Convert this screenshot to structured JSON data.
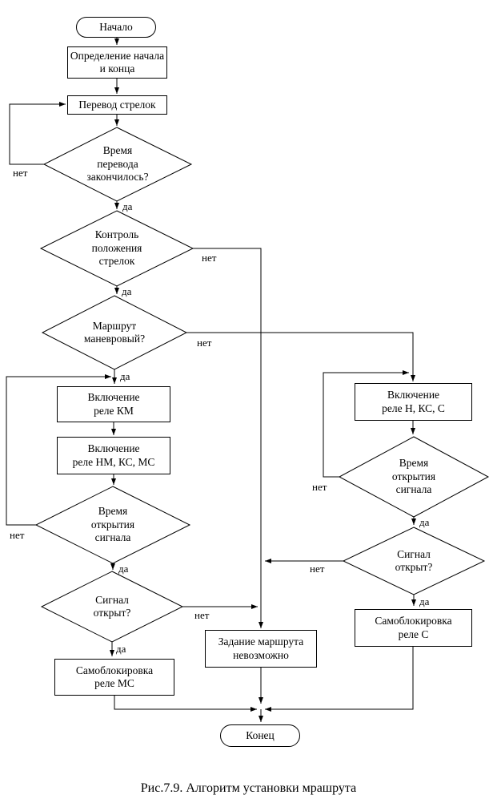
{
  "figure": {
    "caption": "Рис.7.9. Алгоритм установки мрашрута"
  },
  "labels": {
    "yes": "да",
    "no": "нет"
  },
  "nodes": {
    "start": "Начало",
    "define_start_end": "Определение начала\nи конца",
    "switch_points": "Перевод стрелок",
    "switch_time_done": "Время\nперевода\nзакончилось?",
    "points_position_check": "Контроль\nположения\nстрелок",
    "route_shunting": "Маршрут\nманевровый?",
    "enable_km": "Включение\nреле КМ",
    "enable_nm_ks_ms": "Включение\nреле НМ, КС, МС",
    "signal_open_time_left": "Время\nоткрытия\nсигнала",
    "signal_open_left": "Сигнал\nоткрыт?",
    "selflock_ms": "Самоблокировка\nреле МС",
    "enable_n_ks_s": "Включение\nреле Н, КС, С",
    "signal_open_time_right": "Время\nоткрытия\nсигнала",
    "signal_open_right": "Сигнал\nоткрыт?",
    "selflock_s": "Самоблокировка\nреле С",
    "route_impossible": "Задание маршрута\nневозможно",
    "end": "Конец"
  }
}
